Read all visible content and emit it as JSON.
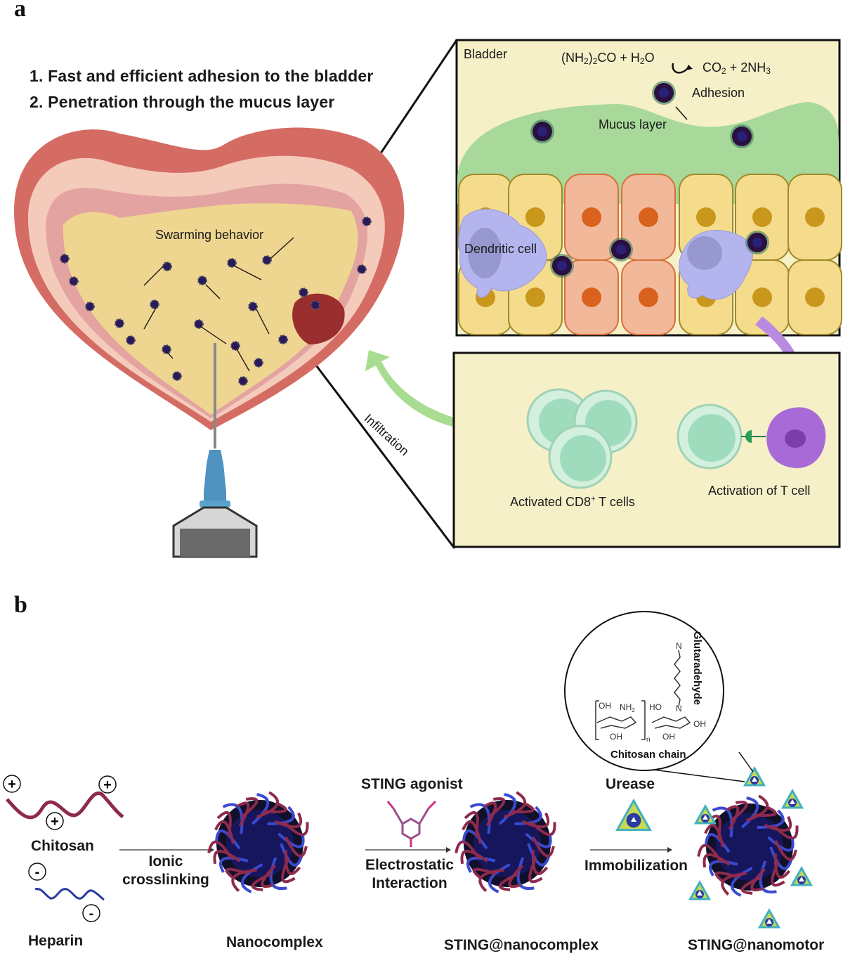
{
  "panel_a": {
    "label": "a",
    "points": [
      "1. Fast and efficient adhesion to the bladder",
      "2. Penetration through the mucus layer"
    ],
    "bladder_label": "Swarming behavior",
    "infiltration_label": "Infiltration",
    "inset_top": {
      "region_label": "Bladder",
      "reaction_left": "(NH2)2CO + H2O",
      "reaction_right": "CO2 + 2NH3",
      "adhesion_label": "Adhesion",
      "mucus_label": "Mucus layer",
      "dendritic_label": "Dendritic cell"
    },
    "inset_bottom": {
      "tcells_label": "Activated CD8+ T cells",
      "activation_label": "Activation of T cell"
    },
    "colors": {
      "inset_bg": "#f6f0c9",
      "mucus": "#a8d99a",
      "epithelial_yellow": "#f5dc8c",
      "epithelial_orange": "#f2b89a",
      "nucleus_yellow": "#c9971c",
      "nucleus_orange": "#d9621e",
      "dendritic": "#b4b4ee",
      "tcell": "#9fdcbe",
      "activator": "#a86ad6",
      "infiltration_arrow": "#a8dc90",
      "bladder_wall": "#d9736c",
      "bladder_lumen": "#eed590",
      "tumor": "#9a2e2e",
      "needle_hub": "#4f93c0"
    }
  },
  "panel_b": {
    "label": "b",
    "chitosan_label": "Chitosan",
    "heparin_label": "Heparin",
    "step1_label": [
      "Ionic",
      "crosslinking"
    ],
    "nanocomplex_label": "Nanocomplex",
    "sting_agonist_label": "STING agonist",
    "step2_label": [
      "Electrostatic",
      "Interaction"
    ],
    "sting_nanocomplex_label": "STING@nanocomplex",
    "urease_label": "Urease",
    "step3_label": "Immobilization",
    "sting_nanomotor_label": "STING@nanomotor",
    "zoom_circle": {
      "linker_label": "Glutaradehyde",
      "chain_label": "Chitosan chain",
      "chem_labels": [
        "OH",
        "NH2",
        "HO",
        "N",
        "OH",
        "OH",
        "OH",
        "N",
        "n"
      ]
    },
    "charges": {
      "chitosan": "+",
      "heparin": "-"
    },
    "colors": {
      "chitosan_strand": "#8e2a4c",
      "heparin_strand": "#2a3aa0",
      "core": "#10102a"
    }
  }
}
